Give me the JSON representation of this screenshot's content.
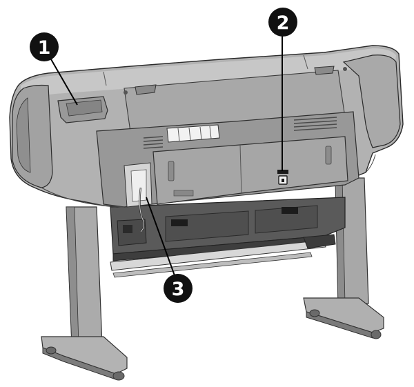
{
  "callouts": [
    {
      "label": "1"
    },
    {
      "label": "2"
    },
    {
      "label": "3"
    }
  ],
  "colors": {
    "body_light": "#b4b4b4",
    "body_mid": "#9c9c9c",
    "body_dark": "#6e6e6e",
    "shadow": "#4a4a4a",
    "leg": "#a6a6a6",
    "callout_fill": "#111111",
    "callout_text": "#ffffff",
    "power_label": "#1a1a1a"
  }
}
